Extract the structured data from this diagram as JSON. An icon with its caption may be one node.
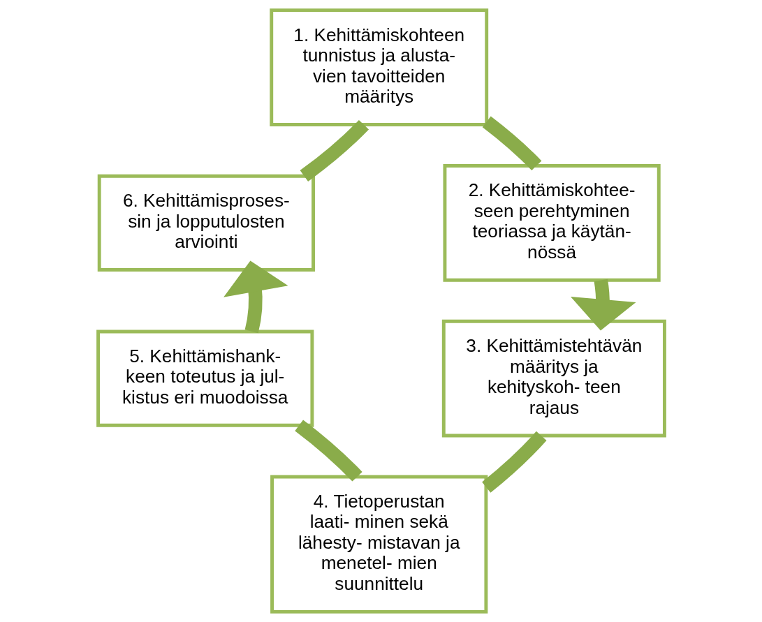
{
  "diagram": {
    "nodes": [
      {
        "text": [
          "1. Kehittämiskohteen tunnistus ja alusta- vien tavoitteiden määritys"
        ]
      },
      {
        "text": [
          "2. Kehittämiskohtee- seen perehtyminen teoriassa ja käytän- nössä"
        ]
      },
      {
        "text": [
          "3. Kehittämistehtävän määritys ja kehityskoh- teen rajaus"
        ]
      },
      {
        "text": [
          "4. Tietoperustan laati- minen sekä lähesty- mistavan ja menetel- mien suunnittelu"
        ]
      },
      {
        "text": [
          "5. Kehittämishank- keen toteutus ja jul- kistus eri muodoissa"
        ]
      },
      {
        "text": [
          "6. Kehittämisproses- sin ja lopputulosten arviointi"
        ]
      }
    ],
    "edges": [
      {
        "from": 5,
        "to": 0,
        "arrow": "none"
      },
      {
        "from": 0,
        "to": 1,
        "arrow": "none"
      },
      {
        "from": 1,
        "to": 2,
        "arrow": "to"
      },
      {
        "from": 2,
        "to": 3,
        "arrow": "none"
      },
      {
        "from": 3,
        "to": 4,
        "arrow": "none"
      },
      {
        "from": 4,
        "to": 5,
        "arrow": "to"
      }
    ]
  }
}
